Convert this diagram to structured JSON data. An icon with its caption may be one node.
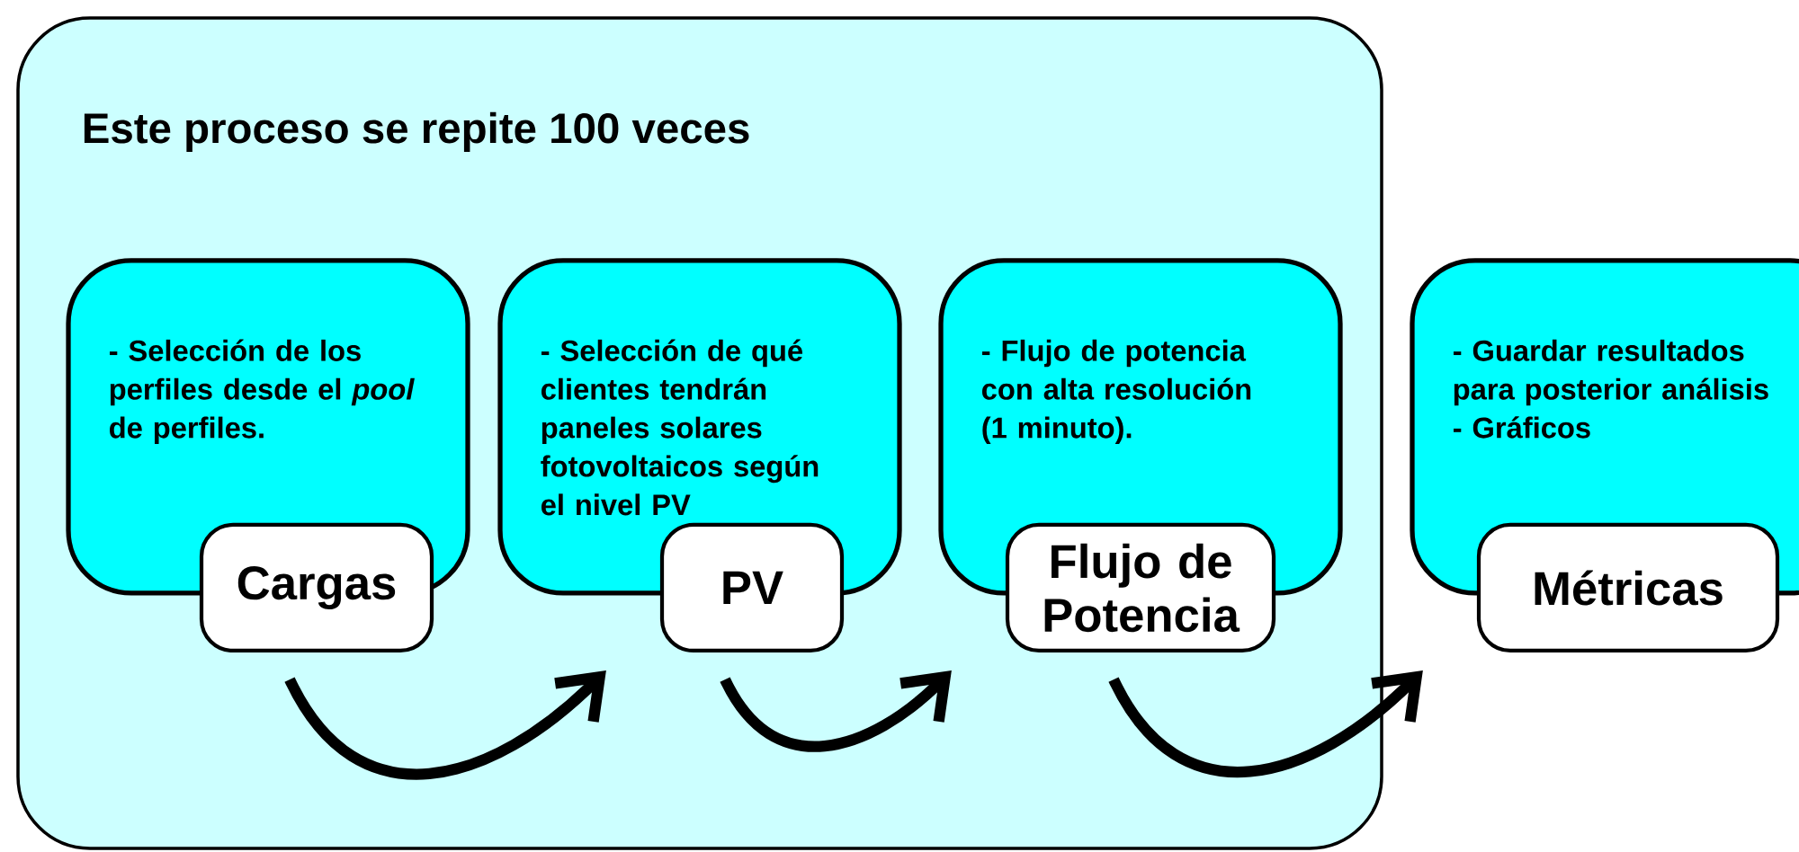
{
  "diagram": {
    "nodes": [
      {
        "text": [
          "Este proceso se repite 100 veces"
        ]
      },
      {
        "text": [
          "- Selección de los perfiles desde el *pool* de perfiles."
        ],
        "in": 0
      },
      {
        "text": [
          "Cargas"
        ],
        "in": 0
      },
      {
        "text": [
          "- Selección de qué clientes tendrán paneles solares fotovoltaicos según el nivel PV"
        ],
        "in": 0
      },
      {
        "text": [
          "PV"
        ],
        "in": 0
      },
      {
        "text": [
          "- Flujo de potencia con alta resolución (1 minuto)."
        ],
        "in": 0
      },
      {
        "text": [
          "Flujo de Potencia"
        ],
        "in": 0
      },
      {
        "text": [
          "- Guardar resultados para posterior análisis",
          "- Gráficos"
        ]
      },
      {
        "text": [
          "Métricas"
        ]
      }
    ],
    "edges": [
      {
        "from": 2,
        "to": 4,
        "arrow": "to"
      },
      {
        "from": 4,
        "to": 6,
        "arrow": "to"
      },
      {
        "from": 6,
        "to": 8,
        "arrow": "to"
      }
    ]
  }
}
